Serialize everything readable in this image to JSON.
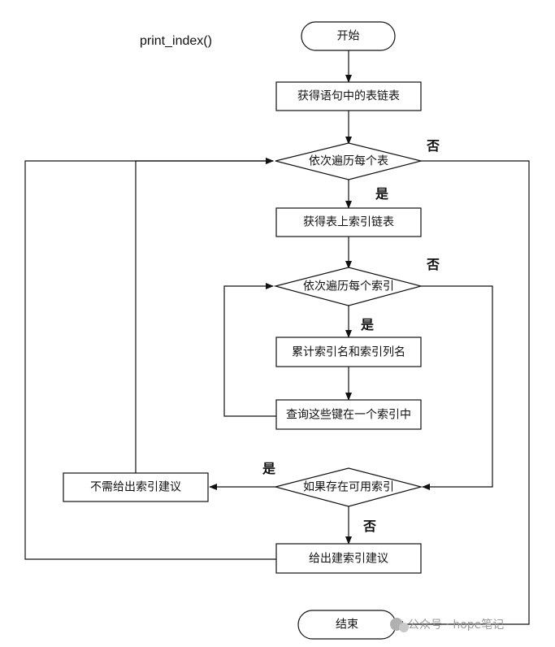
{
  "function_label": "print_index()",
  "nodes": {
    "start": "开始",
    "get_tables": "获得语句中的表链表",
    "loop_tables": "依次遍历每个表",
    "get_indexes": "获得表上索引链表",
    "loop_indexes": "依次遍历每个索引",
    "accumulate": "累计索引名和索引列名",
    "check_keys": "查询这些键在一个索引中",
    "has_index": "如果存在可用索引",
    "no_suggestion": "不需给出索引建议",
    "give_suggestion": "给出建索引建议",
    "end": "结束"
  },
  "edge_labels": {
    "tables_no": "否",
    "tables_yes": "是",
    "indexes_no": "否",
    "indexes_yes": "是",
    "available_yes": "是",
    "available_no": "否"
  },
  "watermark": "公众号 · hope笔记"
}
